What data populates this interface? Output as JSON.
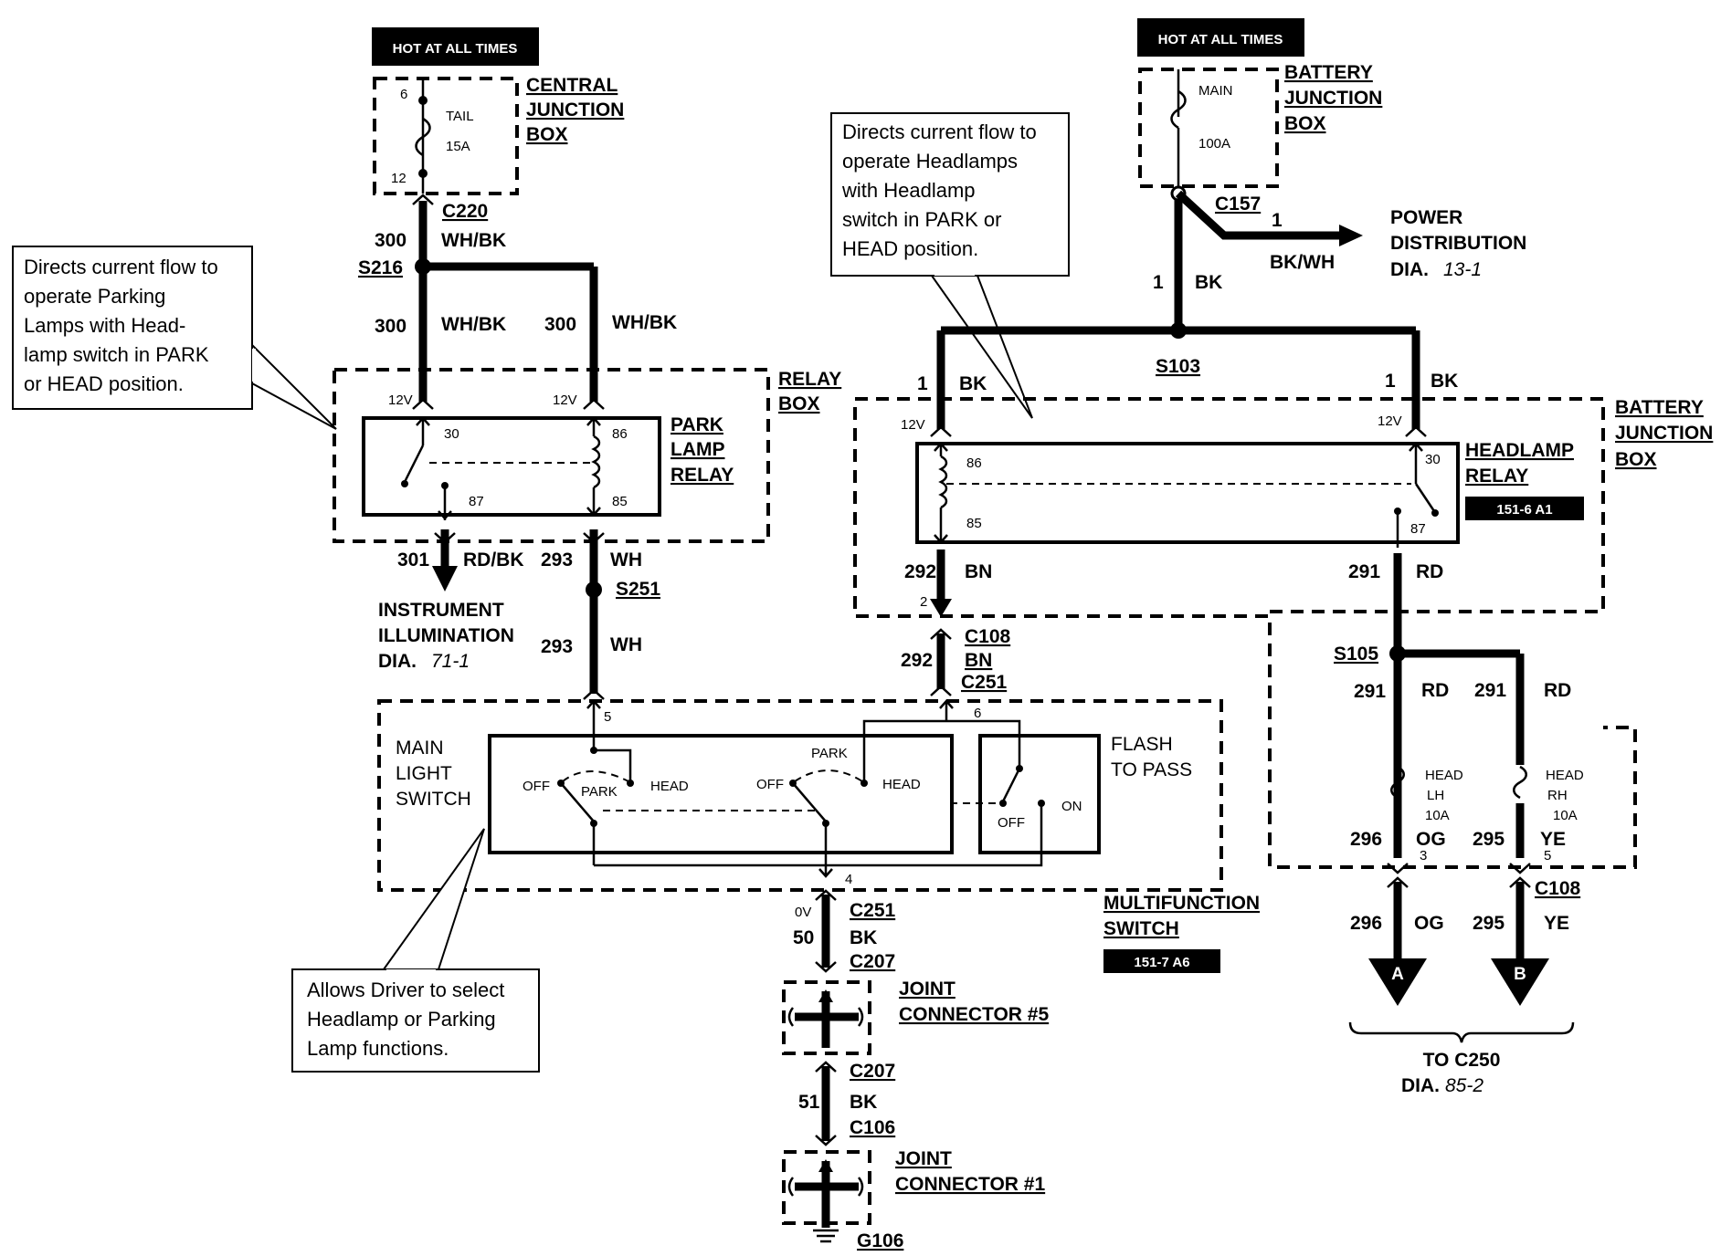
{
  "hot": {
    "left": "HOT AT ALL TIMES",
    "right": "HOT AT ALL TIMES"
  },
  "central_jb": {
    "title1": "CENTRAL",
    "title2": "JUNCTION",
    "title3": "BOX",
    "pin_top": "6",
    "pin_bottom": "12",
    "fuse_name": "TAIL",
    "fuse_rating": "15A"
  },
  "battery_jb_top": {
    "title1": "BATTERY",
    "title2": "JUNCTION",
    "title3": "BOX",
    "fuse_name": "MAIN",
    "fuse_rating": "100A"
  },
  "notes": {
    "park": [
      "Directs current flow to",
      "operate Parking",
      "Lamps with Head-",
      "lamp switch in PARK",
      "or HEAD position."
    ],
    "head": [
      "Directs current flow to",
      "operate Headlamps",
      "with Headlamp",
      "switch in PARK or",
      "HEAD position."
    ],
    "select": [
      "Allows Driver to select",
      "Headlamp or Parking",
      "Lamp functions."
    ]
  },
  "left_circuit": {
    "c220": "C220",
    "c220_circ": "300",
    "c220_color": "WH/BK",
    "s216": "S216",
    "w1_circ": "300",
    "w1_color": "WH/BK",
    "w2_circ": "300",
    "w2_color": "WH/BK",
    "v1": "12V",
    "v2": "12V",
    "out1_circ": "301",
    "out1_color": "RD/BK",
    "out2_circ": "293",
    "out2_color": "WH",
    "s251": "S251",
    "w3_circ": "293",
    "w3_color": "WH"
  },
  "relay_box": {
    "title1": "RELAY",
    "title2": "BOX",
    "relay1": "PARK",
    "relay2": "LAMP",
    "relay3": "RELAY",
    "p30": "30",
    "p86": "86",
    "p87": "87",
    "p85": "85"
  },
  "instrument": {
    "line1": "INSTRUMENT",
    "line2": "ILLUMINATION",
    "dia": "DIA.",
    "dia_num": "71-1"
  },
  "power_dist": {
    "c157": "C157",
    "circ": "1",
    "color": "BK/WH",
    "line1": "POWER",
    "line2": "DISTRIBUTION",
    "dia": "DIA.",
    "dia_num": "13-1",
    "down_circ": "1",
    "down_color": "BK",
    "s103": "S103",
    "l_circ": "1",
    "l_color": "BK",
    "r_circ": "1",
    "r_color": "BK"
  },
  "battery_jb_right": {
    "title1": "BATTERY",
    "title2": "JUNCTION",
    "title3": "BOX",
    "relay1": "HEADLAMP",
    "relay2": "RELAY",
    "ref": "151-6 A1",
    "v1": "12V",
    "v2": "12V",
    "p86": "86",
    "p85": "85",
    "p30": "30",
    "p87": "87"
  },
  "head_circuit": {
    "w292_circ": "292",
    "w292_color": "BN",
    "pin2": "2",
    "c108": "C108",
    "c108_circ": "292",
    "c108_color": "BN",
    "c251": "C251",
    "w291_circ": "291",
    "w291_color": "RD",
    "s105": "S105",
    "lh_circ": "291",
    "lh_color": "RD",
    "rh_circ": "291",
    "rh_color": "RD"
  },
  "fuses_right": {
    "lh1": "HEAD",
    "lh2": "LH",
    "lh3": "10A",
    "rh1": "HEAD",
    "rh2": "RH",
    "rh3": "10A",
    "og_circ": "296",
    "og_color": "OG",
    "og_pin": "3",
    "ye_circ": "295",
    "ye_color": "YE",
    "ye_pin": "5",
    "c108": "C108",
    "out_og_circ": "296",
    "out_og_color": "OG",
    "out_ye_circ": "295",
    "out_ye_color": "YE",
    "arrow_a": "A",
    "arrow_b": "B",
    "to1": "TO C250",
    "dia": "DIA.",
    "dia_num": "85-2"
  },
  "switch": {
    "main1": "MAIN",
    "main2": "LIGHT",
    "main3": "SWITCH",
    "off1": "OFF",
    "park1": "PARK",
    "head1": "HEAD",
    "off2": "OFF",
    "park2": "PARK",
    "head2": "HEAD",
    "flash1": "FLASH",
    "flash2": "TO PASS",
    "off3": "OFF",
    "on": "ON",
    "pin5": "5",
    "pin6": "6",
    "pin4": "4",
    "mf1": "MULTIFUNCTION",
    "mf2": "SWITCH",
    "ref": "151-7 A6"
  },
  "ground": {
    "v0": "0V",
    "c251": "C251",
    "circ50": "50",
    "color50": "BK",
    "c207a": "C207",
    "jc5a": "JOINT",
    "jc5b": "CONNECTOR #5",
    "c207b": "C207",
    "circ51": "51",
    "color51": "BK",
    "c106": "C106",
    "jc1a": "JOINT",
    "jc1b": "CONNECTOR #1",
    "g106": "G106"
  }
}
